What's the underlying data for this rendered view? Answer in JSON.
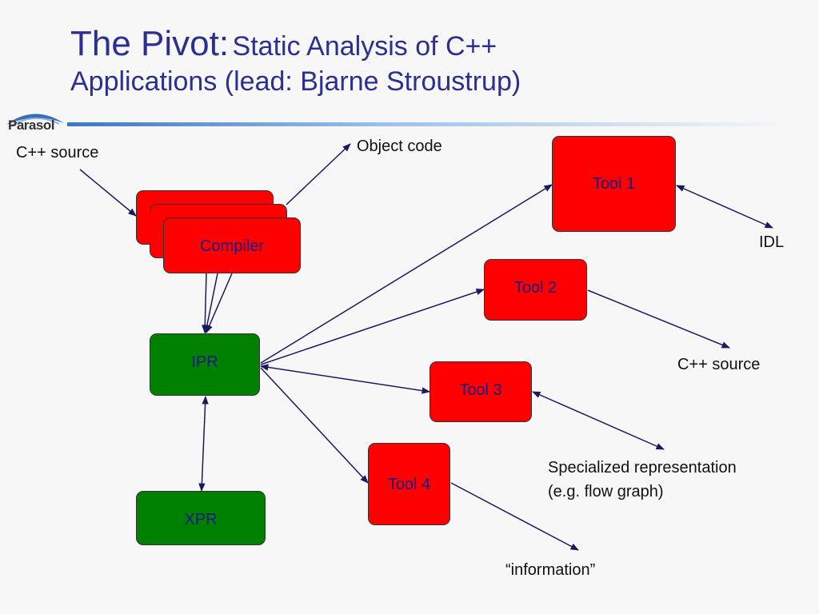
{
  "title": {
    "main": "The Pivot:",
    "sub": "Static Analysis of C++",
    "line2": "Applications  (lead: Bjarne Stroustrup)"
  },
  "logo": {
    "text": "Parasol"
  },
  "nodes": {
    "compiler": "Compiler",
    "ipr": "IPR",
    "xpr": "XPR",
    "tool1": "Tool 1",
    "tool2": "Tool 2",
    "tool3": "Tool 3",
    "tool4": "Tool 4"
  },
  "labels": {
    "cpp_source_in": "C++ source",
    "object_code": "Object code",
    "idl": "IDL",
    "cpp_source_out": "C++ source",
    "specialized_1": "Specialized representation",
    "specialized_2": "(e.g. flow graph)",
    "information": "“information”"
  },
  "colors": {
    "title": "#2b2f8f",
    "tool_box": "#ff0000",
    "ir_box": "#008000",
    "arrow": "#1a1a5e"
  }
}
